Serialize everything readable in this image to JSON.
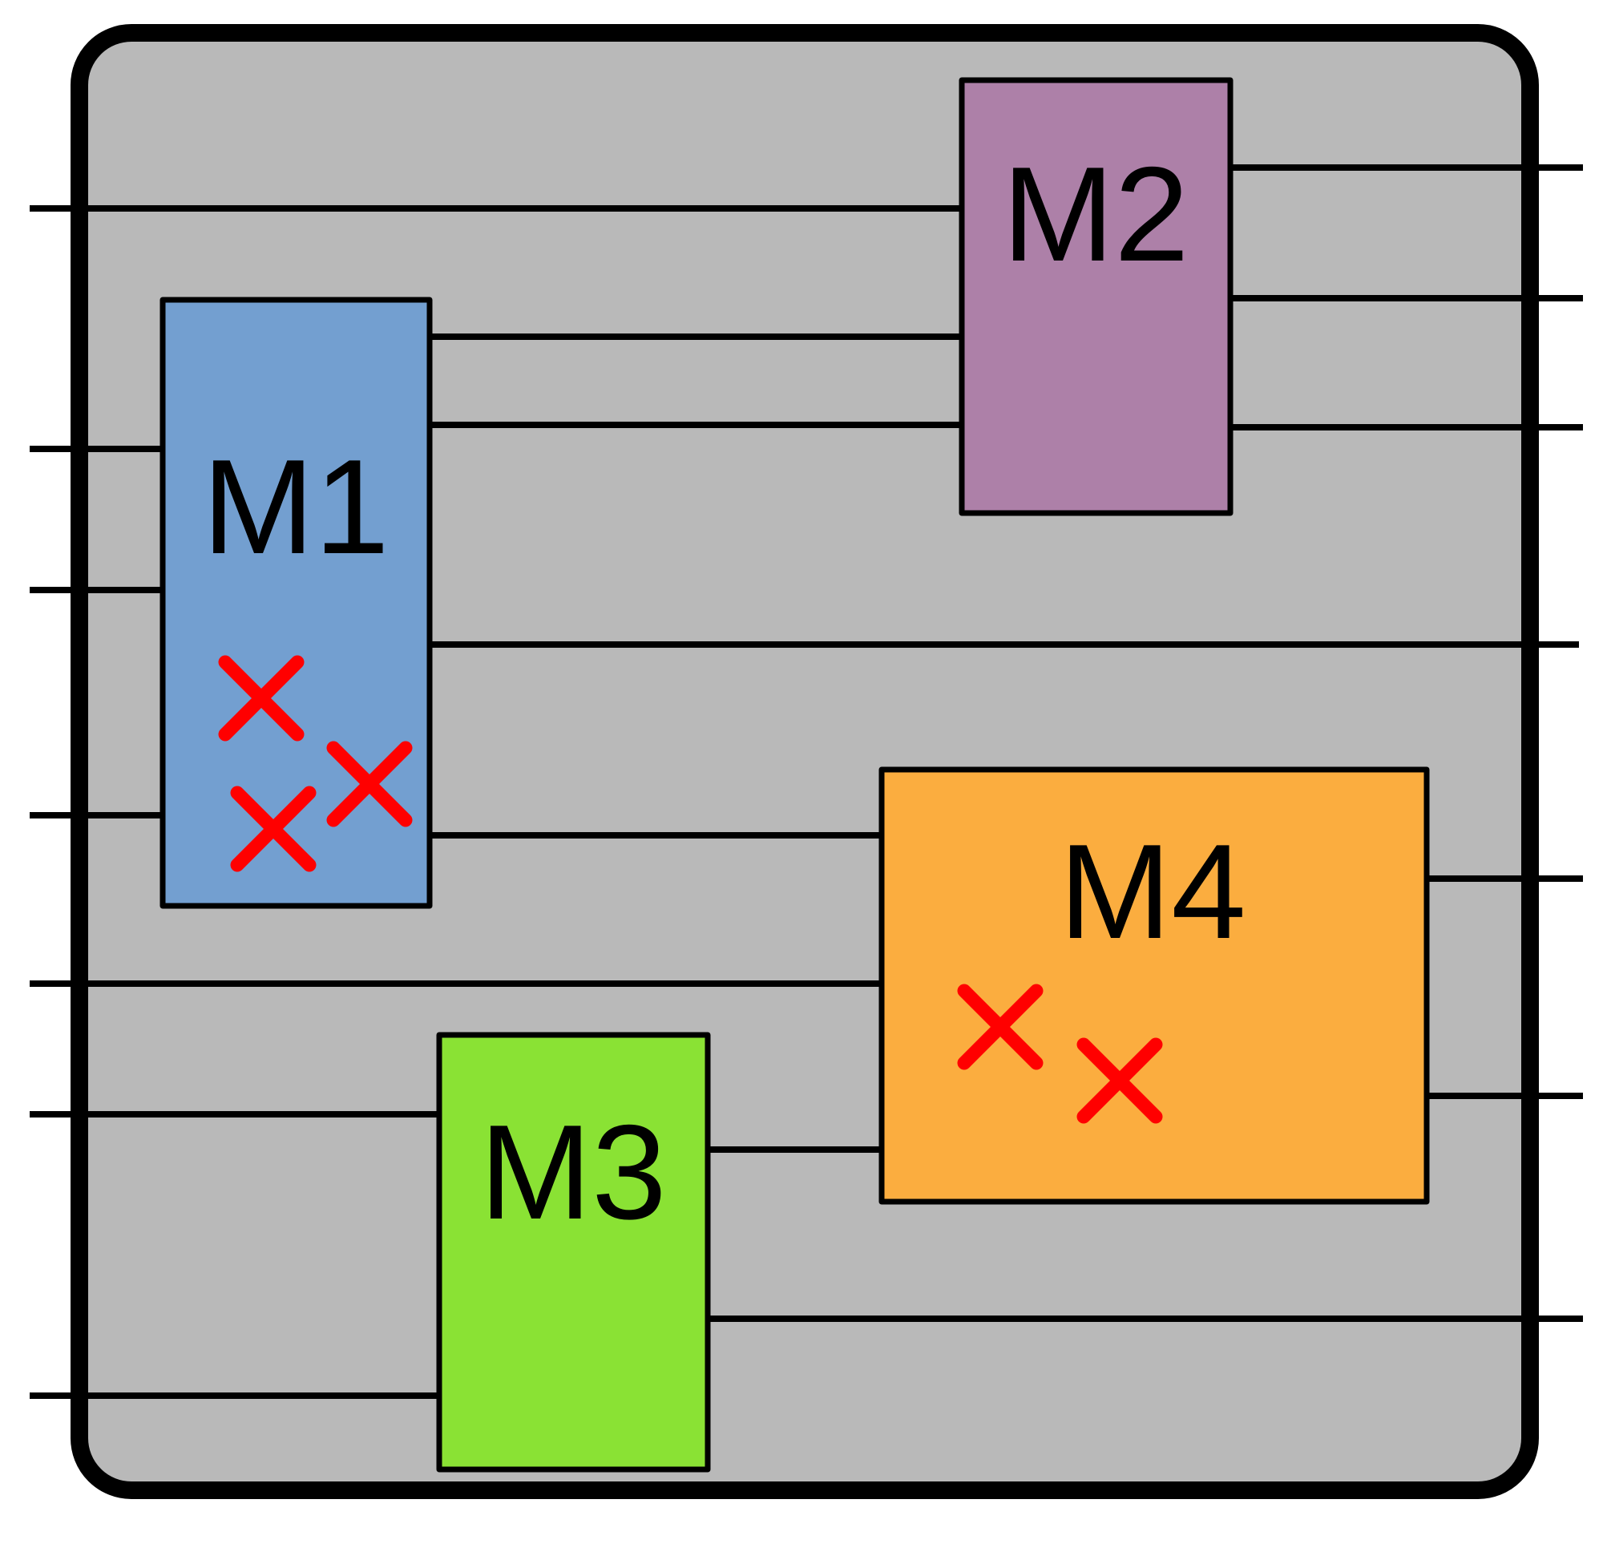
{
  "diagram": {
    "container_color": "#b9b9b9",
    "fault_marker_color": "#ff0000",
    "modules": [
      {
        "id": "m1",
        "label": "M1",
        "color": "#739fd0",
        "fault_count": 3
      },
      {
        "id": "m2",
        "label": "M2",
        "color": "#ad80a8",
        "fault_count": 0
      },
      {
        "id": "m3",
        "label": "M3",
        "color": "#8ae234",
        "fault_count": 0
      },
      {
        "id": "m4",
        "label": "M4",
        "color": "#fbad3f",
        "fault_count": 2
      }
    ]
  }
}
